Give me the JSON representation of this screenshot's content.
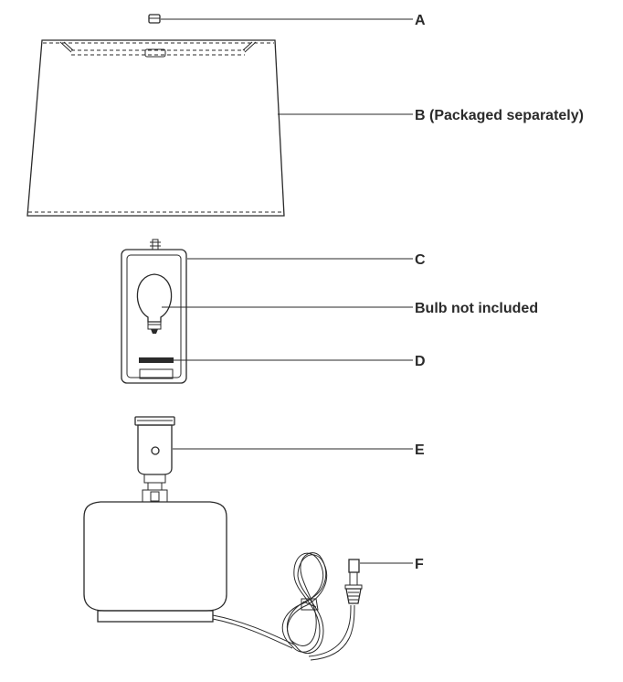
{
  "parts": [
    {
      "id": "finial",
      "label": "A"
    },
    {
      "id": "shade",
      "label": "B (Packaged separately)"
    },
    {
      "id": "diffuser",
      "label": "C"
    },
    {
      "id": "bulb",
      "label": "Bulb not included"
    },
    {
      "id": "diffuser-bottom",
      "label": "D"
    },
    {
      "id": "socket",
      "label": "E"
    },
    {
      "id": "plug",
      "label": "F"
    }
  ],
  "colors": {
    "line": "#2a2a2a",
    "background": "#ffffff"
  }
}
